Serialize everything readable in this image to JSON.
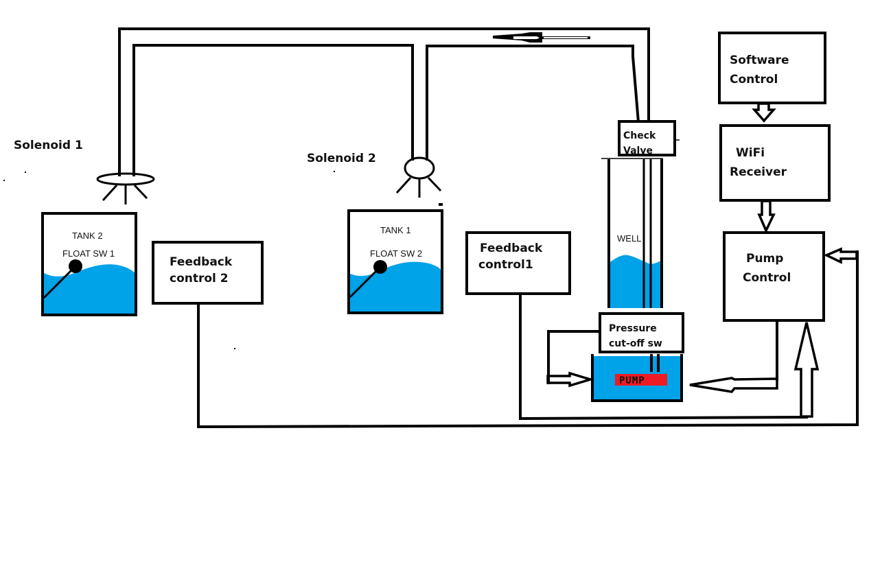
{
  "title": "Water pump control system diagram",
  "colors": {
    "water": "#00a2e8",
    "pump_label_bg": "#ed1c24",
    "line": "#000000",
    "background": "#ffffff"
  },
  "labels": {
    "solenoid1": "Solenoid 1",
    "solenoid2": "Solenoid 2",
    "tank2": {
      "name": "TANK 2",
      "float": "FLOAT SW 1"
    },
    "tank1": {
      "name": "TANK 1",
      "float": "FLOAT SW 2"
    },
    "feedback2": {
      "line1": "Feedback",
      "line2": "control 2"
    },
    "feedback1": {
      "line1": "Feedback",
      "line2": "control1"
    },
    "check_valve": {
      "line1": "Check",
      "line2": "Valve"
    },
    "well": "WELL",
    "pressure_switch": {
      "line1": "Pressure",
      "line2": "cut-off sw"
    },
    "pump": "PUMP",
    "software_control": {
      "line1": "Software",
      "line2": "Control"
    },
    "wifi_receiver": {
      "line1": "WiFi",
      "line2": "Receiver"
    },
    "pump_control": {
      "line1": "Pump",
      "line2": "Control"
    }
  }
}
